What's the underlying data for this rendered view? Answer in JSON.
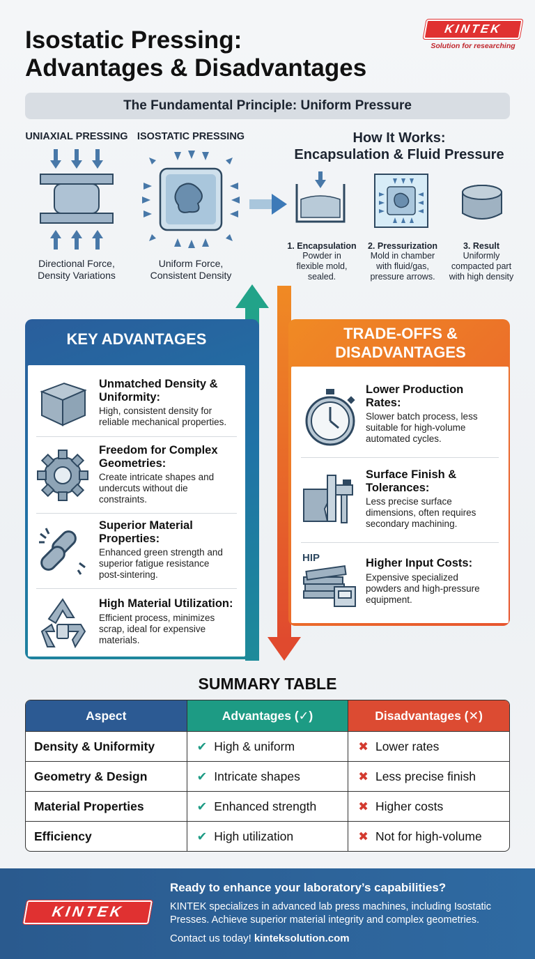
{
  "header": {
    "title_line1": "Isostatic Pressing:",
    "title_line2": "Advantages & Disadvantages",
    "brand": "KINTEK",
    "tagline": "Solution for researching"
  },
  "principle": {
    "banner": "The Fundamental Principle: Uniform Pressure",
    "uniaxial": {
      "label": "UNIAXIAL PRESSING",
      "caption_line1": "Directional Force,",
      "caption_line2": "Density Variations"
    },
    "isostatic": {
      "label": "ISOSTATIC PRESSING",
      "caption_line1": "Uniform Force,",
      "caption_line2": "Consistent Density"
    }
  },
  "how_it_works": {
    "title_line1": "How It Works:",
    "title_line2": "Encapsulation & Fluid Pressure",
    "steps": [
      {
        "title": "1. Encapsulation",
        "desc": [
          "Powder in",
          "flexible mold,",
          "sealed."
        ]
      },
      {
        "title": "2. Pressurization",
        "desc": [
          "Mold in chamber",
          "with fluid/gas,",
          "pressure arrows."
        ]
      },
      {
        "title": "3. Result",
        "desc": [
          "Uniformly",
          "compacted part",
          "with high density"
        ]
      }
    ]
  },
  "advantages": {
    "heading": "KEY ADVANTAGES",
    "items": [
      {
        "title": [
          "Unmatched Density &",
          "Uniformity:"
        ],
        "desc": [
          "High, consistent density for",
          "reliable mechanical properties."
        ],
        "icon": "cube-icon"
      },
      {
        "title": [
          "Freedom for Complex",
          "Geometries:"
        ],
        "desc": [
          "Create intricate shapes and",
          "undercuts without die",
          "constraints."
        ],
        "icon": "gear-icon"
      },
      {
        "title": [
          "Superior Material",
          "Properties:"
        ],
        "desc": [
          "Enhanced green strength and",
          "superior fatigue resistance",
          "post-sintering."
        ],
        "icon": "chain-link-icon"
      },
      {
        "title": [
          "High Material Utilization:"
        ],
        "desc": [
          "Efficient process, minimizes",
          "scrap, ideal for expensive",
          "materials."
        ],
        "icon": "recycle-icon"
      }
    ]
  },
  "disadvantages": {
    "heading_line1": "TRADE-OFFS &",
    "heading_line2": "DISADVANTAGES",
    "hip_label": "HIP",
    "items": [
      {
        "title": [
          "Lower Production",
          "Rates:"
        ],
        "desc": [
          "Slower batch process, less",
          "suitable for high-volume",
          "automated cycles."
        ],
        "icon": "stopwatch-icon"
      },
      {
        "title": [
          "Surface Finish &",
          "Tolerances:"
        ],
        "desc": [
          "Less precise surface",
          "dimensions, often requires",
          "secondary machining."
        ],
        "icon": "caliper-icon"
      },
      {
        "title": [
          "Higher Input Costs:"
        ],
        "desc": [
          "Expensive specialized",
          "powders and high-pressure",
          "equipment."
        ],
        "icon": "money-stack-icon"
      }
    ]
  },
  "summary": {
    "title": "SUMMARY TABLE",
    "headers": [
      "Aspect",
      "Advantages (✓)",
      "Disadvantages (✕)"
    ],
    "rows": [
      {
        "aspect": "Density & Uniformity",
        "adv": "High & uniform",
        "dis": "Lower rates"
      },
      {
        "aspect": "Geometry & Design",
        "adv": "Intricate shapes",
        "dis": "Less precise finish"
      },
      {
        "aspect": "Material Properties",
        "adv": "Enhanced strength",
        "dis": "Higher costs"
      },
      {
        "aspect": "Efficiency",
        "adv": "High utilization",
        "dis": "Not for high-volume"
      }
    ]
  },
  "footer": {
    "headline": "Ready to enhance your laboratory’s capabilities?",
    "text_line1": "KINTEK specializes in advanced lab press machines, including Isostatic",
    "text_line2": "Presses. Achieve superior material integrity and complex geometries.",
    "contact_prefix": "Contact us today!",
    "website": "kinteksolution.com"
  },
  "colors": {
    "advantage_blue": "#2a5e9c",
    "advantage_teal": "#1d9b84",
    "disadvantage_orange": "#f08a24",
    "disadvantage_red": "#dc4b32",
    "brand_red": "#e03131",
    "footer_blue": "#2f6aa2"
  }
}
